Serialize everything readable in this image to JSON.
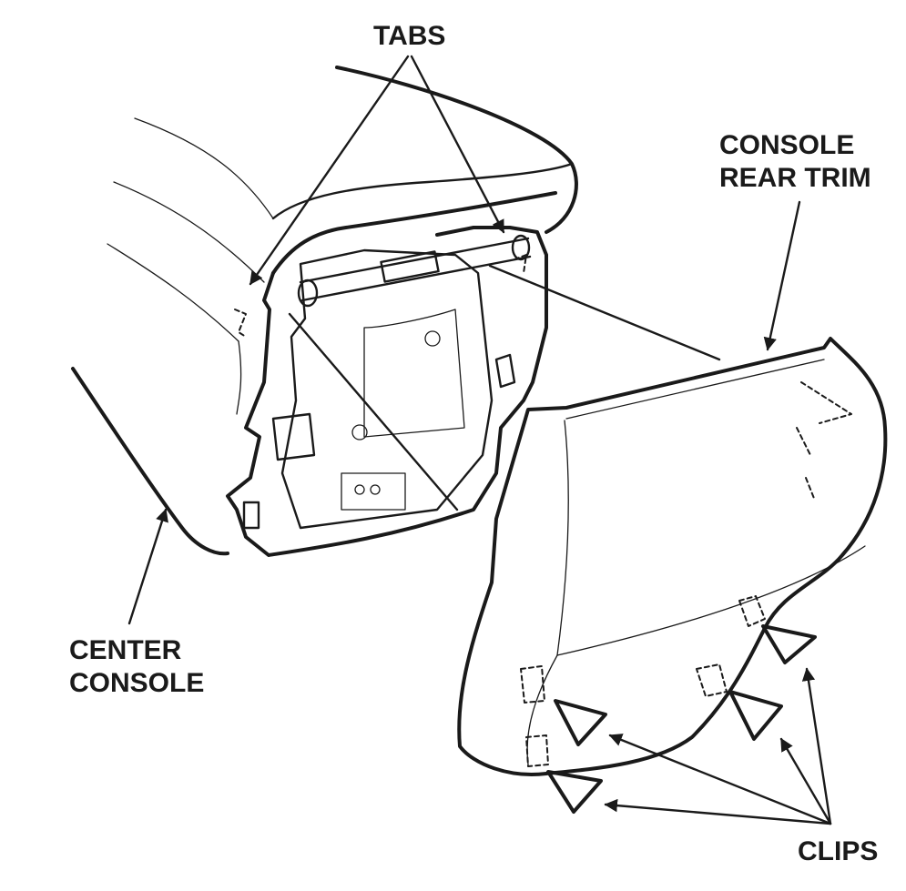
{
  "labels": {
    "tabs": "TABS",
    "console_rear_trim": [
      "CONSOLE",
      "REAR TRIM"
    ],
    "center_console": [
      "CENTER",
      "CONSOLE"
    ],
    "clips": "CLIPS"
  },
  "colors": {
    "ink": "#1a1a1a",
    "background": "#ffffff"
  }
}
